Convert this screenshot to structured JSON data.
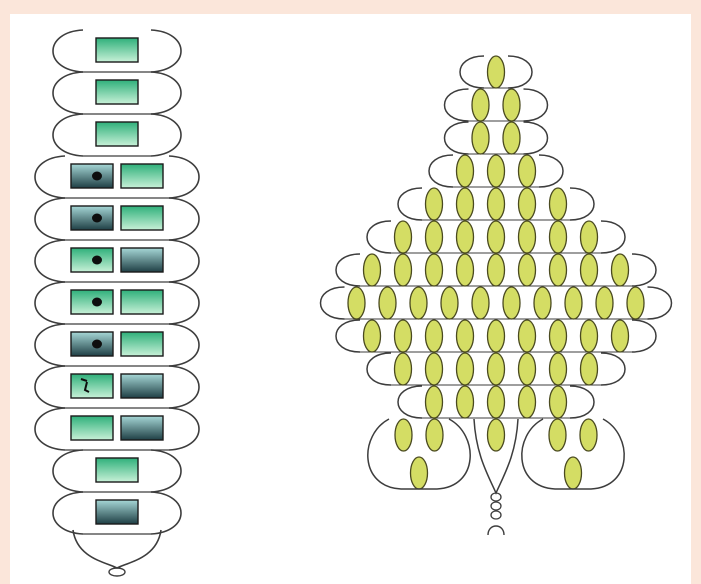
{
  "colors": {
    "page_border": "#fbe6da",
    "paper": "#ffffff",
    "wire": "#3d3d3d",
    "bead_green": "#d4dd64",
    "bead_green_outline": "#4a4a20",
    "bugle_green_top": "#2fb07a",
    "bugle_green_bottom": "#c8f1d8",
    "bugle_dark_top": "#a6d7d6",
    "bugle_dark_bottom": "#1f3f45",
    "bugle_outline": "#1a1a1a",
    "dot": "#0e0e0e"
  },
  "left_pattern": {
    "name": "bugle-bead-leaf",
    "rows": [
      [
        "green"
      ],
      [
        "green"
      ],
      [
        "green"
      ],
      [
        "dark-dot",
        "green"
      ],
      [
        "dark-dot",
        "green"
      ],
      [
        "green-dot",
        "dark"
      ],
      [
        "green-dot",
        "green"
      ],
      [
        "dark-dot",
        "green"
      ],
      [
        "green-mark",
        "dark"
      ],
      [
        "green",
        "dark"
      ],
      [
        "green"
      ],
      [
        "dark"
      ]
    ],
    "has_bottom_twist": true
  },
  "right_pattern": {
    "name": "seed-bead-leaf",
    "row_bead_counts": [
      1,
      2,
      2,
      3,
      5,
      7,
      9,
      10,
      9,
      7,
      5
    ],
    "bottom_split": {
      "left_cluster_rows": [
        2,
        1
      ],
      "right_cluster_rows": [
        2,
        1
      ],
      "center_rows": [
        1
      ]
    },
    "has_stem_twist": true
  }
}
